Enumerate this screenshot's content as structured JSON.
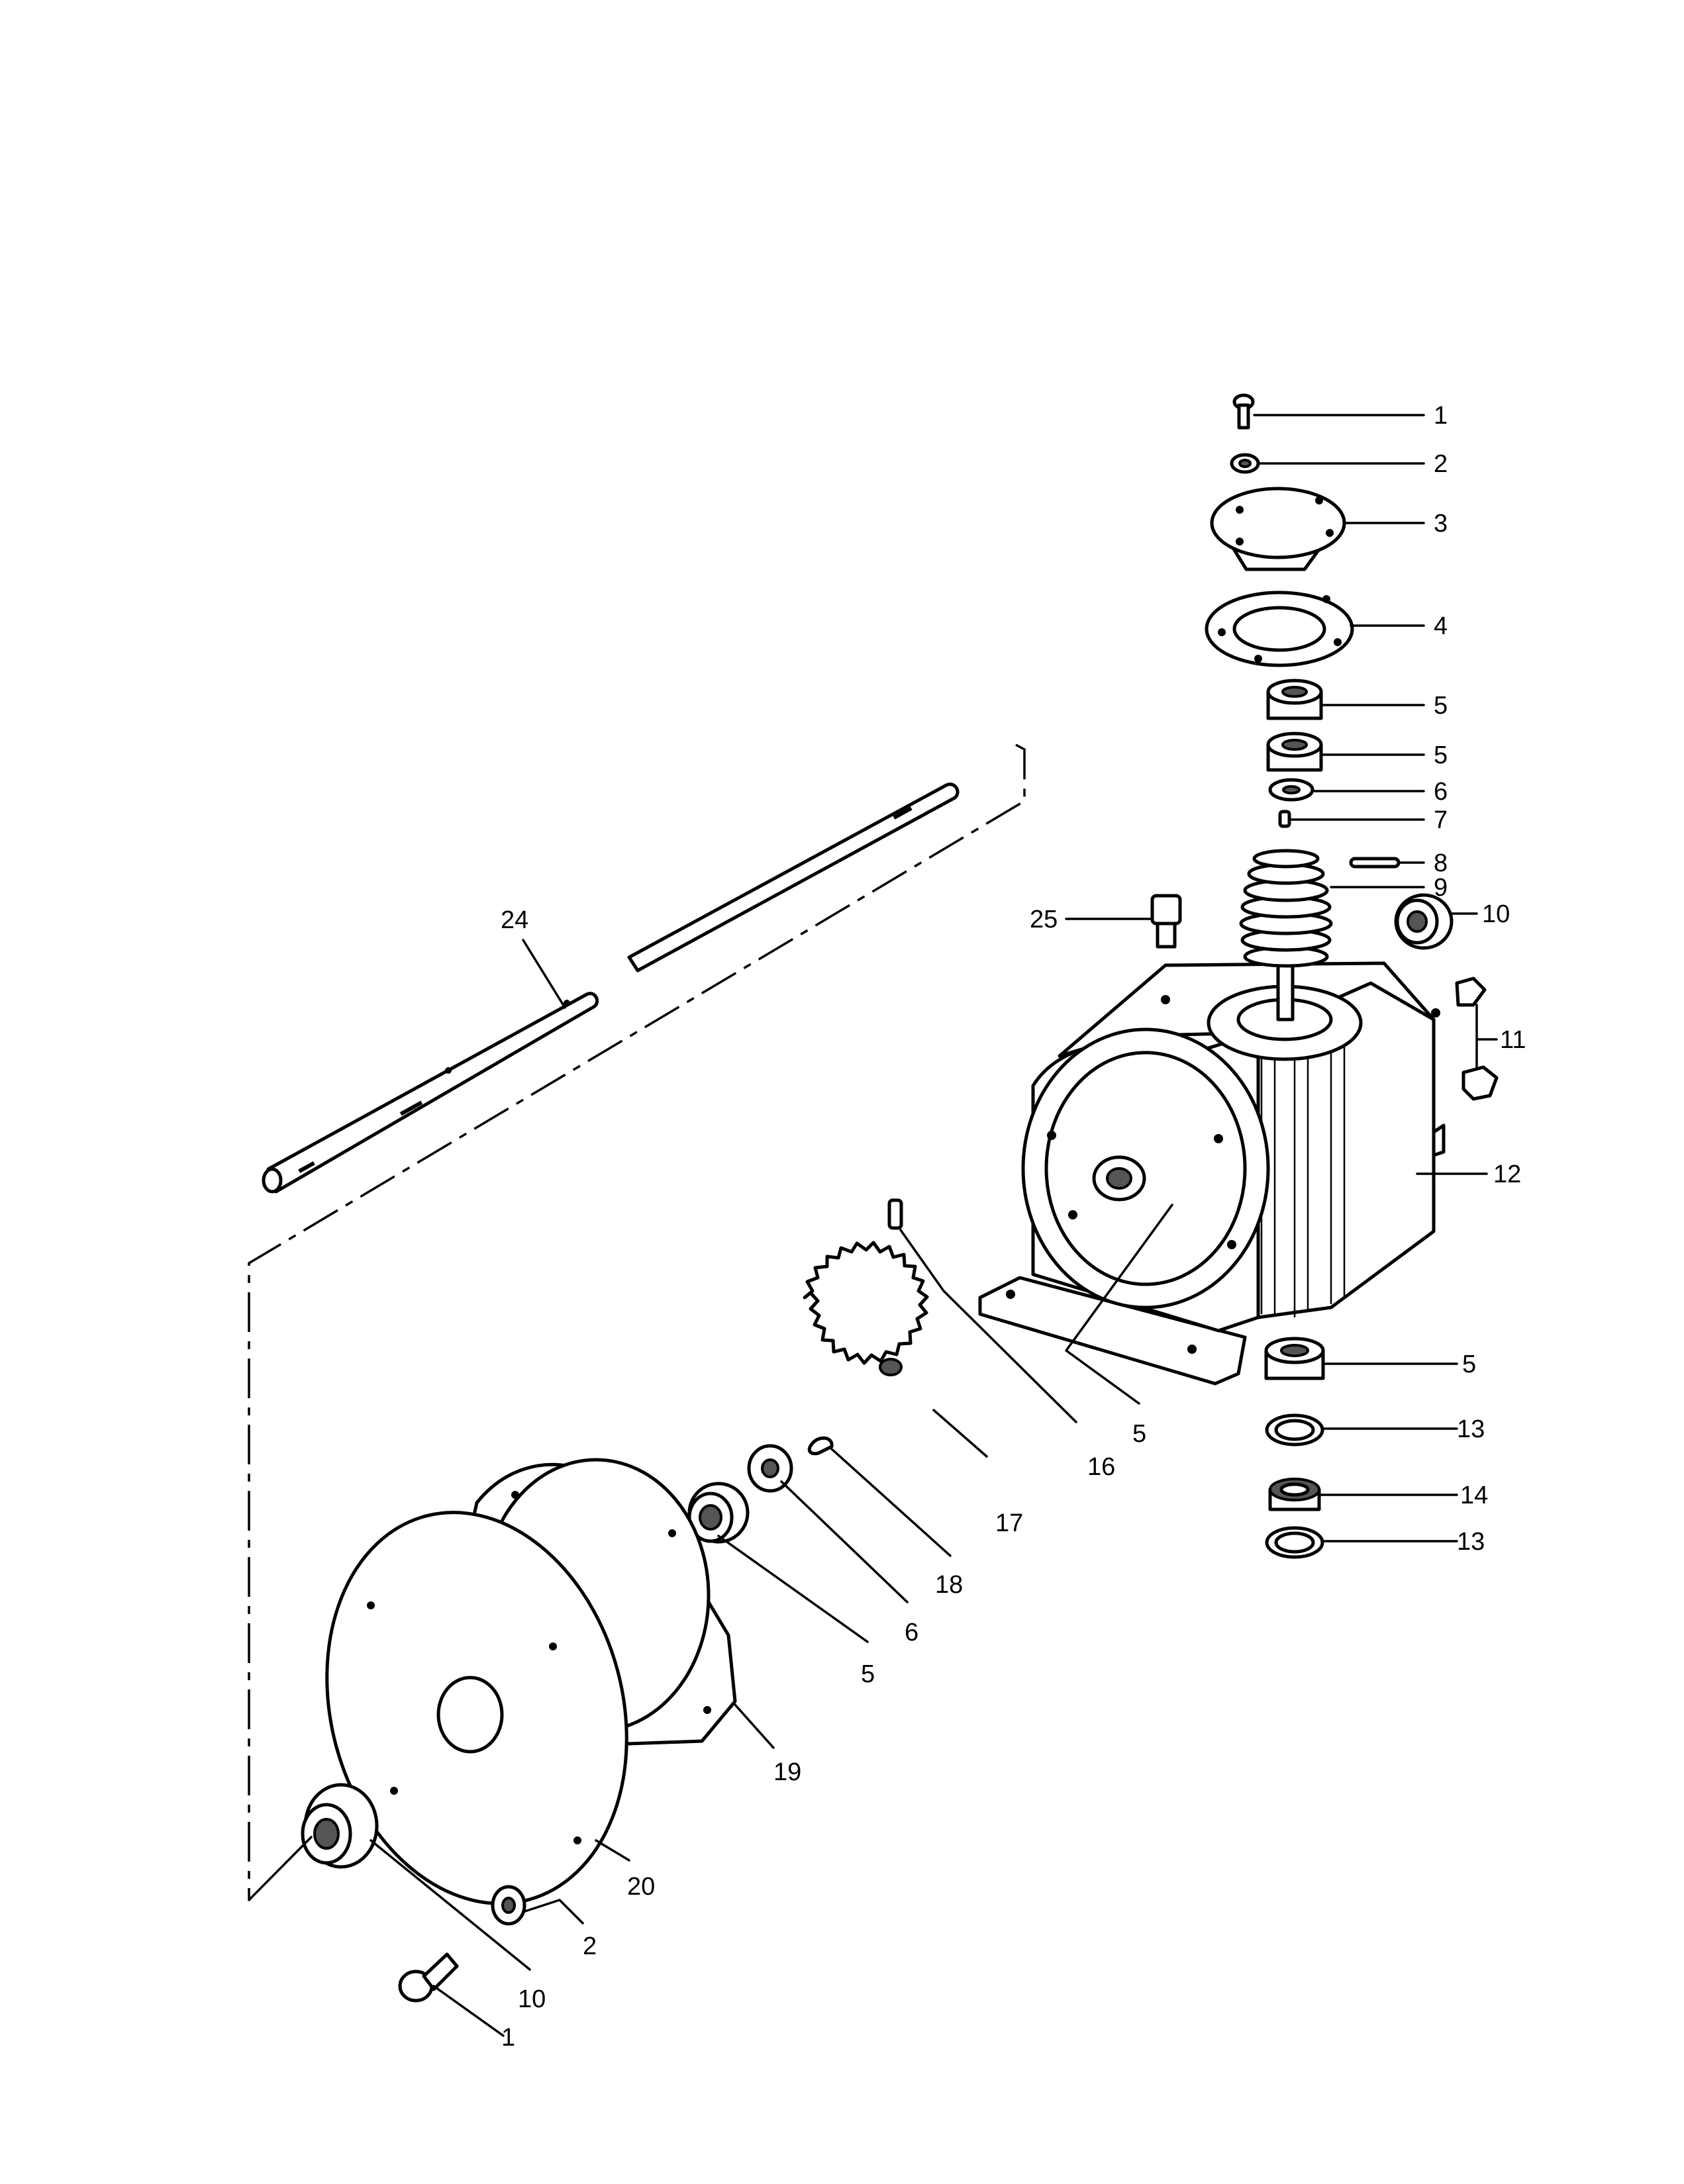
{
  "diagram": {
    "labels": {
      "l1_top": "1",
      "l2_top": "2",
      "l3": "3",
      "l4": "4",
      "l5_a": "5",
      "l5_b": "5",
      "l6_top": "6",
      "l7": "7",
      "l8": "8",
      "l9": "9",
      "l10_top": "10",
      "l11": "11",
      "l12": "12",
      "l5_c": "5",
      "l13_a": "13",
      "l14": "14",
      "l13_b": "13",
      "l25": "25",
      "l24": "24",
      "l16": "16",
      "l5_d": "5",
      "l17": "17",
      "l18": "18",
      "l6_bot": "6",
      "l5_e": "5",
      "l19": "19",
      "l20": "20",
      "l2_bot": "2",
      "l10_bot": "10",
      "l1_bot": "1"
    }
  }
}
